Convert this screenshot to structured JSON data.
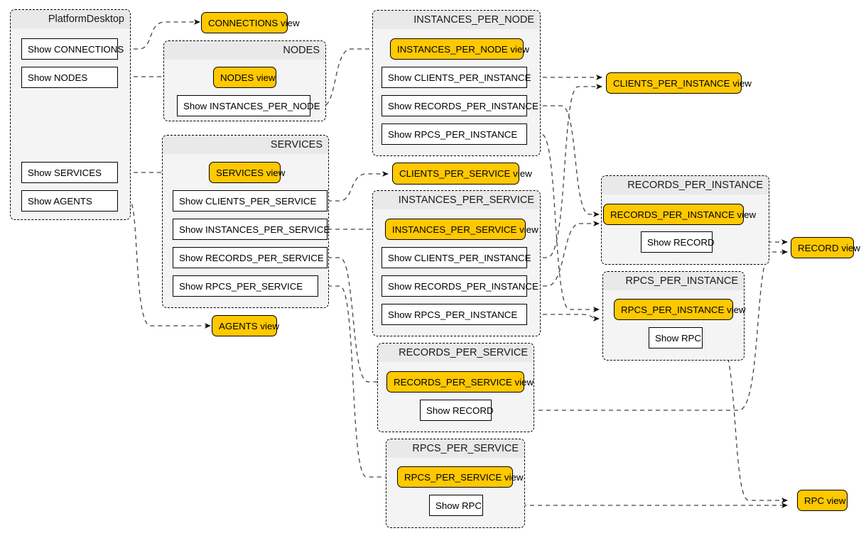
{
  "diagram": {
    "title": "PlatformDesktop view navigation map",
    "type": "navigation-flow",
    "colors": {
      "view_fill": "#ffc800",
      "view_border": "#000000",
      "action_fill": "#ffffff",
      "action_border": "#000000",
      "group_body": "#f4f4f4",
      "group_header": "#e9e9e9",
      "group_border": "#000000",
      "edge": "#333333",
      "background": "#ffffff"
    }
  },
  "groups": [
    {
      "id": "platformdesktop",
      "label": "PlatformDesktop"
    },
    {
      "id": "nodes",
      "label": "NODES"
    },
    {
      "id": "services",
      "label": "SERVICES"
    },
    {
      "id": "instances_per_node",
      "label": "INSTANCES_PER_NODE"
    },
    {
      "id": "instances_per_service",
      "label": "INSTANCES_PER_SERVICE"
    },
    {
      "id": "records_per_service",
      "label": "RECORDS_PER_SERVICE"
    },
    {
      "id": "rpcs_per_service",
      "label": "RPCS_PER_SERVICE"
    },
    {
      "id": "records_per_instance",
      "label": "RECORDS_PER_INSTANCE"
    },
    {
      "id": "rpcs_per_instance",
      "label": "RPCS_PER_INSTANCE"
    }
  ],
  "actions": {
    "pd_connections": "Show CONNECTIONS",
    "pd_nodes": "Show NODES",
    "pd_services": "Show SERVICES",
    "pd_agents": "Show AGENTS",
    "nodes_ipn": "Show INSTANCES_PER_NODE",
    "svc_cps": "Show CLIENTS_PER_SERVICE",
    "svc_ips": "Show INSTANCES_PER_SERVICE",
    "svc_rcps": "Show RECORDS_PER_SERVICE",
    "svc_rpcs": "Show RPCS_PER_SERVICE",
    "ipn_cpi": "Show CLIENTS_PER_INSTANCE",
    "ipn_rcpi": "Show RECORDS_PER_INSTANCE",
    "ipn_rpci": "Show RPCS_PER_INSTANCE",
    "ips_cpi": "Show CLIENTS_PER_INSTANCE",
    "ips_rcpi": "Show RECORDS_PER_INSTANCE",
    "ips_rpci": "Show RPCS_PER_INSTANCE",
    "rcps_record": "Show RECORD",
    "rpcss_rpc": "Show RPC",
    "rcpi_record": "Show RECORD",
    "rpci_rpc": "Show RPC"
  },
  "views": {
    "connections": "CONNECTIONS view",
    "nodes": "NODES view",
    "services": "SERVICES view",
    "agents": "AGENTS view",
    "instances_per_node": "INSTANCES_PER_NODE view",
    "clients_per_service": "CLIENTS_PER_SERVICE view",
    "instances_per_service": "INSTANCES_PER_SERVICE view",
    "records_per_service": "RECORDS_PER_SERVICE view",
    "rpcs_per_service": "RPCS_PER_SERVICE view",
    "clients_per_instance": "CLIENTS_PER_INSTANCE view",
    "records_per_instance": "RECORDS_PER_INSTANCE view",
    "rpcs_per_instance": "RPCS_PER_INSTANCE view",
    "record": "RECORD view",
    "rpc": "RPC view"
  },
  "edges": [
    {
      "from": "pd_connections",
      "to": "connections"
    },
    {
      "from": "pd_nodes",
      "to": "nodes"
    },
    {
      "from": "pd_services",
      "to": "services"
    },
    {
      "from": "pd_agents",
      "to": "agents"
    },
    {
      "from": "nodes_ipn",
      "to": "instances_per_node"
    },
    {
      "from": "svc_cps",
      "to": "clients_per_service"
    },
    {
      "from": "svc_ips",
      "to": "instances_per_service"
    },
    {
      "from": "svc_rcps",
      "to": "records_per_service"
    },
    {
      "from": "svc_rpcs",
      "to": "rpcs_per_service"
    },
    {
      "from": "ipn_cpi",
      "to": "clients_per_instance"
    },
    {
      "from": "ipn_rcpi",
      "to": "records_per_instance"
    },
    {
      "from": "ipn_rpci",
      "to": "rpcs_per_instance"
    },
    {
      "from": "ips_cpi",
      "to": "clients_per_instance"
    },
    {
      "from": "ips_rcpi",
      "to": "records_per_instance"
    },
    {
      "from": "ips_rpci",
      "to": "rpcs_per_instance"
    },
    {
      "from": "rcpi_record",
      "to": "record"
    },
    {
      "from": "rcps_record",
      "to": "record"
    },
    {
      "from": "rpci_rpc",
      "to": "rpc"
    },
    {
      "from": "rpcss_rpc",
      "to": "rpc"
    }
  ]
}
